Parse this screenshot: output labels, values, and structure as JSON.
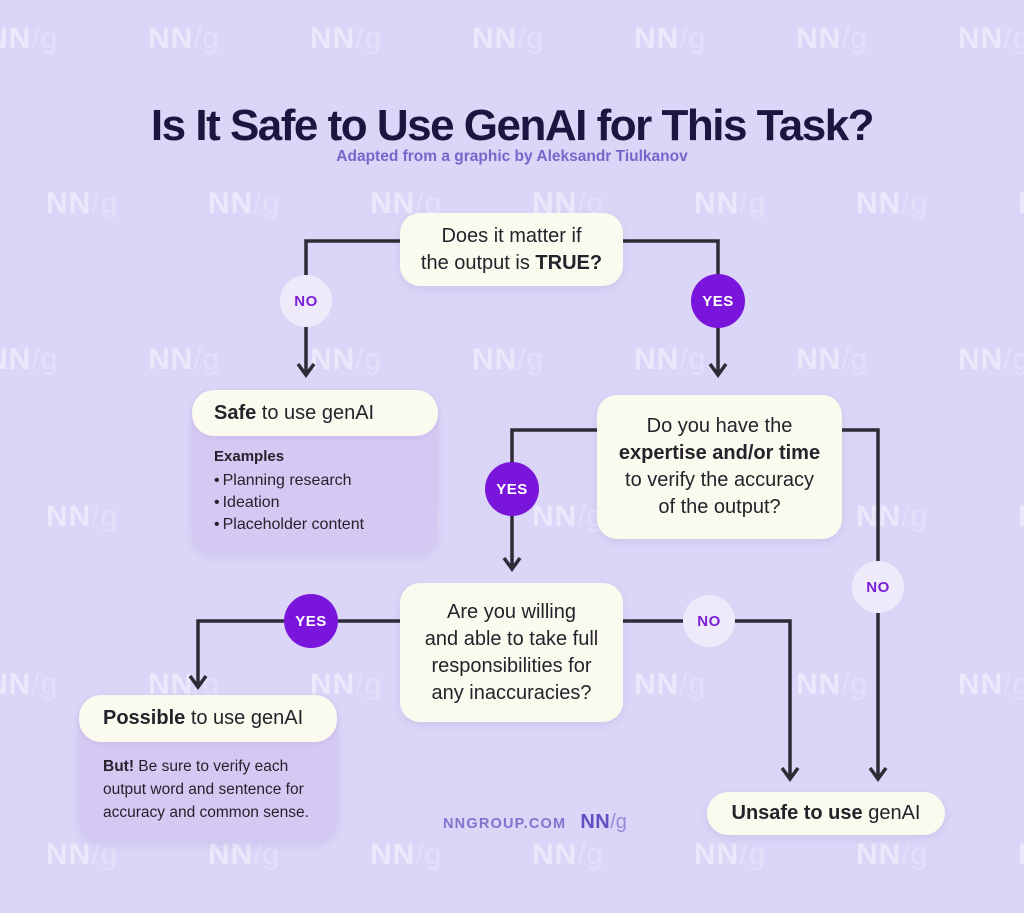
{
  "page": {
    "title": "Is It Safe to Use GenAI for This Task?",
    "subtitle": "Adapted from a graphic by Aleksandr Tiulkanov"
  },
  "labels": {
    "yes": "YES",
    "no": "NO"
  },
  "flow": {
    "q1": {
      "line1": "Does it matter if",
      "line2_pre": "the output is ",
      "line2_bold": "TRUE?"
    },
    "q2": {
      "line1": "Do you have the",
      "line2_bold": "expertise and/or time",
      "line3": "to verify the accuracy",
      "line4": "of the output?"
    },
    "q3": {
      "line1": "Are you willing",
      "line2": "and able to take full",
      "line3": "responsibilities for",
      "line4": "any inaccuracies?"
    },
    "safe": {
      "title_bold": "Safe",
      "title_rest": " to use genAI",
      "examples_heading": "Examples",
      "bullet": "•",
      "items": [
        "Planning research",
        "Ideation",
        "Placeholder content"
      ]
    },
    "possible": {
      "title_bold": "Possible",
      "title_rest": " to use genAI",
      "note_bold": "But!",
      "note_rest": " Be sure to verify each output word and sentence for accuracy and common sense."
    },
    "unsafe": {
      "bold": "Unsafe to use",
      "rest": " genAI"
    }
  },
  "footer": {
    "site": "NNGROUP.COM",
    "logo_bold": "NN",
    "logo_light": "/g"
  },
  "watermark": {
    "bold": "NN",
    "light": "/g"
  },
  "colors": {
    "background": "#DBD5F7",
    "box_cream": "#FBFAEF",
    "card_lavender": "#D5C8F3",
    "circle_purple": "#7A16DC",
    "circle_light": "#EEEAFA",
    "connector_line": "#2F2B36",
    "accent_text": "#7B1FD8",
    "title_text": "#1E1440",
    "subtitle_text": "#7765CC",
    "footer_text": "#8273CE"
  }
}
